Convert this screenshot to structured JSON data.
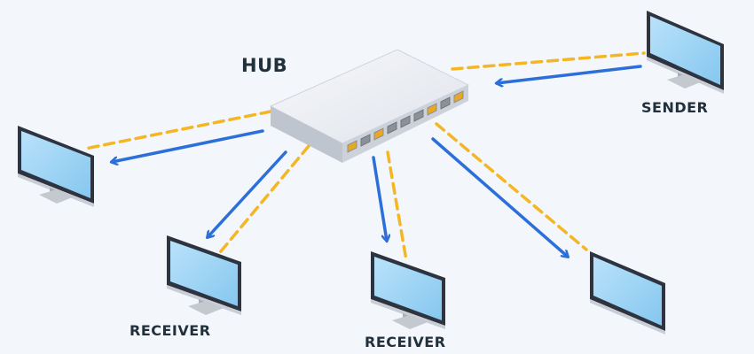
{
  "labels": {
    "hub": "HUB",
    "sender": "SENDER",
    "receiver_1": "RECEIVER",
    "receiver_2": "RECEIVER"
  },
  "colors": {
    "background": "#f3f7fb",
    "cable": "#f5b625",
    "arrow": "#2c6fd8",
    "hub_body": "#e4e7ee",
    "screen": "#9dd3f3",
    "monitor_frame": "#2e3340"
  },
  "nodes": [
    {
      "name": "hub",
      "role": "hub"
    },
    {
      "name": "sender-monitor",
      "role": "sender"
    },
    {
      "name": "left-monitor",
      "role": "receiver"
    },
    {
      "name": "receiver-monitor-1",
      "role": "receiver"
    },
    {
      "name": "receiver-monitor-2",
      "role": "receiver"
    },
    {
      "name": "right-monitor",
      "role": "receiver"
    }
  ]
}
